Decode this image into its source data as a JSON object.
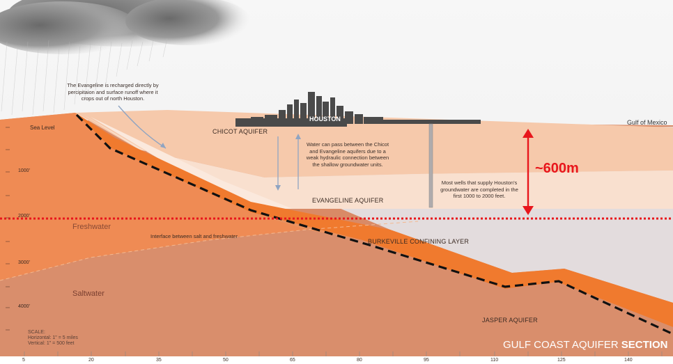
{
  "labels": {
    "sea_level": "Sea Level",
    "chicot": "CHICOT AQUIFER",
    "evangeline": "EVANGELINE AQUIFER",
    "houston": "HOUSTON",
    "gulf": "Gulf of Mexico",
    "burkeville": "BURKEVILLE CONFINING LAYER",
    "jasper": "JASPER AQUIFER",
    "freshwater": "Freshwater",
    "saltwater": "Saltwater",
    "interface": "Interface between salt and freshwater",
    "annotation_600m": "~600m"
  },
  "notes": {
    "recharge": "The  Evangeline is recharged directly by percipitaion and surface runoff where it crops out of north Houston.",
    "exchange": "Water can pass between the Chicot and Evangeline aquifers due to a weak hydraulic connection between the shallow groundwater units.",
    "wells": "Most wells that supply Houston's groundwater are completed in the first 1000 to 2000 feet."
  },
  "depths": [
    "1000'",
    "2000'",
    "3000'",
    "4000'"
  ],
  "scale": {
    "title": "SCALE:",
    "horizontal": "Horizontal: 1\" = 5 miles",
    "vertical": "Vertical: 1\" = 500 feet"
  },
  "footer": {
    "title_light": "GULF COAST AQUIFER ",
    "title_bold": "SECTION"
  },
  "x_axis": [
    "5",
    "20",
    "35",
    "50",
    "65",
    "80",
    "95",
    "110",
    "125",
    "140"
  ]
}
